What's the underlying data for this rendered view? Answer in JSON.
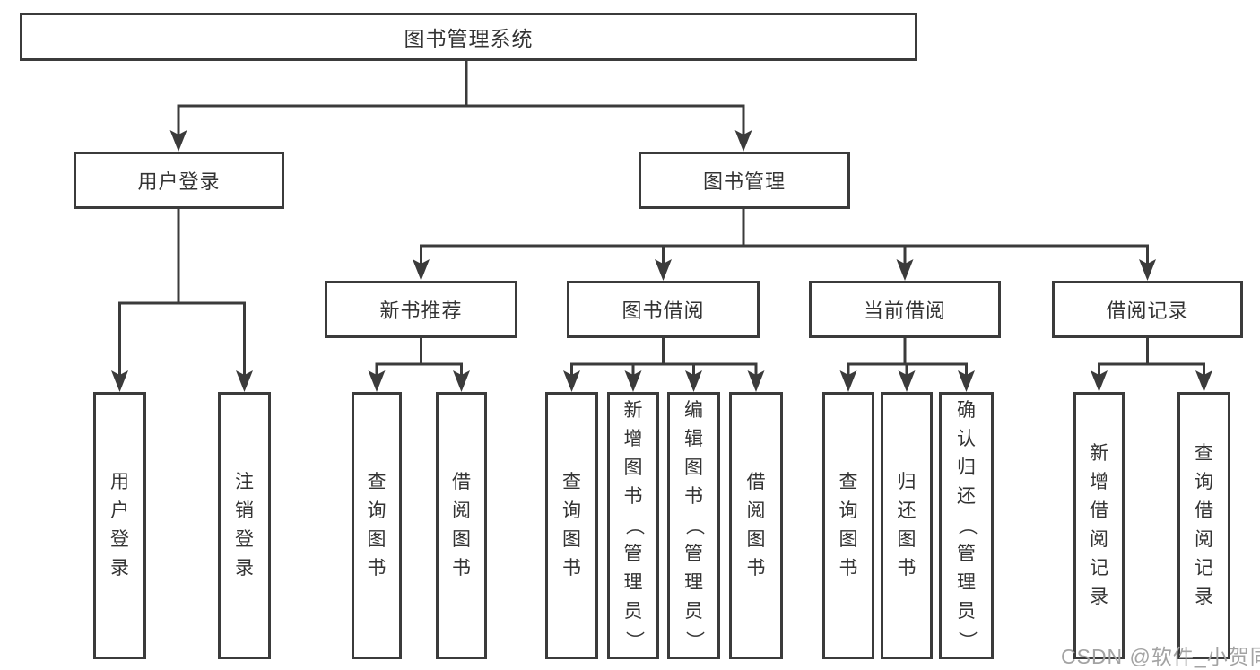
{
  "diagram": {
    "root": {
      "label": "图书管理系统"
    },
    "level2": [
      {
        "label": "用户登录"
      },
      {
        "label": "图书管理"
      }
    ],
    "user_children": [
      "用户登录",
      "注销登录"
    ],
    "groups": [
      {
        "label": "新书推荐",
        "children": [
          "查询图书",
          "借阅图书"
        ]
      },
      {
        "label": "图书借阅",
        "children": [
          "查询图书",
          "新增图书（管理员）",
          "编辑图书（管理员）",
          "借阅图书"
        ]
      },
      {
        "label": "当前借阅",
        "children": [
          "查询图书",
          "归还图书",
          "确认归还（管理员）"
        ]
      },
      {
        "label": "借阅记录",
        "children": [
          "新增借阅记录",
          "查询借阅记录"
        ]
      }
    ]
  },
  "watermark": {
    "text": "CSDN @软件_小贺同学"
  },
  "colors": {
    "line": "#3b3b3b",
    "text": "#333333",
    "watermark": "#a3a3a3",
    "background": "#ffffff"
  }
}
